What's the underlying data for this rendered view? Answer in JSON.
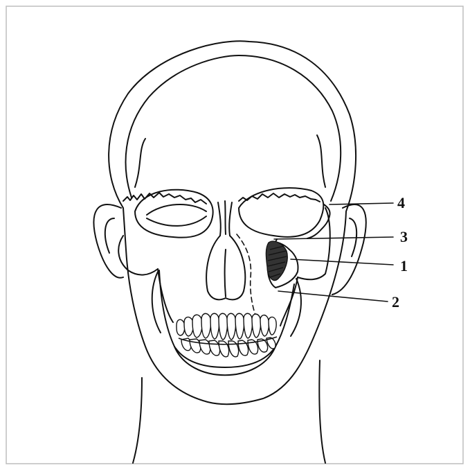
{
  "diagram": {
    "colors": {
      "ink": "#111111",
      "background": "#ffffff",
      "frame": "#bdbdbd"
    },
    "labels": [
      {
        "id": "label-4",
        "text": "4"
      },
      {
        "id": "label-3",
        "text": "3"
      },
      {
        "id": "label-1",
        "text": "1"
      },
      {
        "id": "label-2",
        "text": "2"
      }
    ]
  }
}
